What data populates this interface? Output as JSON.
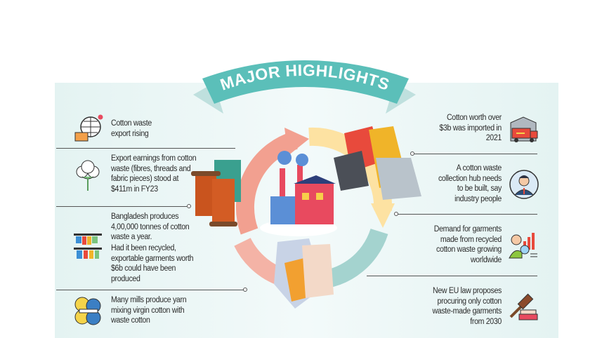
{
  "title": "MAJOR HIGHLIGHTS",
  "left_items": [
    {
      "icon": "globe-export-icon",
      "text": "Cotton waste export rising"
    },
    {
      "icon": "cotton-plant-icon",
      "text": "Export earnings from cotton waste (fibres, threads and fabric pieces) stood at $411m in FY23"
    },
    {
      "icon": "clothes-rack-icon",
      "text": "Bangladesh produces 4,00,000 tonnes of cotton waste a year.",
      "text2": "Had it been recycled, exportable garments worth $6b could have been produced"
    },
    {
      "icon": "yarn-balls-icon",
      "text": "Many mills produce yarn mixing virgin cotton with waste cotton"
    }
  ],
  "right_items": [
    {
      "icon": "delivery-truck-icon",
      "text": "Cotton worth over $3b was imported in 2021"
    },
    {
      "icon": "businessman-icon",
      "text": "A cotton waste collection hub needs to be built, say industry people"
    },
    {
      "icon": "market-research-icon",
      "text": "Demand for garments made from recycled cotton waste growing worldwide"
    },
    {
      "icon": "gavel-icon",
      "text": "New EU law proposes procuring only cotton waste-made garments from 2030"
    }
  ],
  "colors": {
    "banner": "#5bbfb9",
    "arrow_red": "#f2a090",
    "arrow_yellow": "#fde2a2",
    "arrow_teal": "#a4d3cf",
    "panel": "#e8f5f4"
  }
}
